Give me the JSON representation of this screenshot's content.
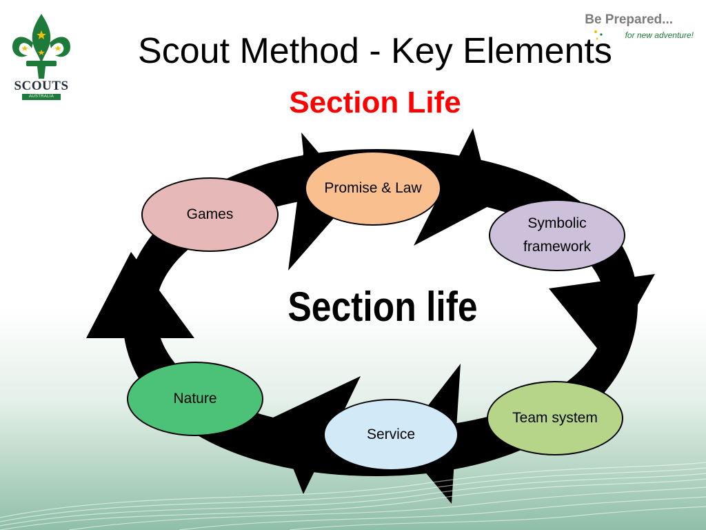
{
  "logo": {
    "word": "SCOUTS",
    "sub": "AUSTRALIA"
  },
  "motto": {
    "main": "Be Prepared...",
    "sub": "for new adventure!"
  },
  "title": "Scout Method - Key Elements",
  "subtitle": "Section Life",
  "diagram": {
    "center": "Section life",
    "nodes": {
      "promise_law": "Promise & Law",
      "symbolic_framework": "Symbolic framework",
      "games": "Games",
      "nature": "Nature",
      "service": "Service",
      "team_system": "Team system"
    }
  },
  "colors": {
    "title": "#000000",
    "subtitle": "#ff0000",
    "promise_law": "#f9bf8f",
    "symbolic_framework": "#ccc0da",
    "games": "#e6b9b8",
    "nature": "#4cc278",
    "service": "#d2eaf8",
    "team_system": "#b6d589",
    "brand_green": "#1d7a3b"
  }
}
